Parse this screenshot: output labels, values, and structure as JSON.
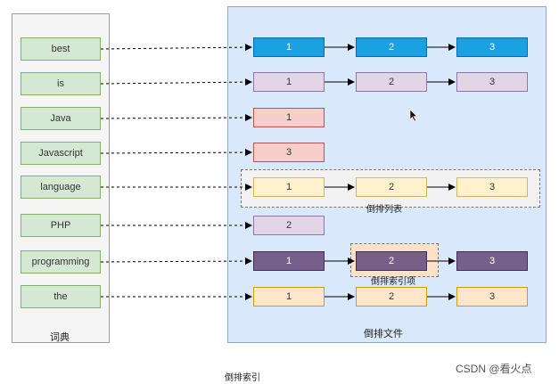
{
  "dictionary": {
    "label": "词典",
    "terms": [
      "best",
      "is",
      "Java",
      "Javascript",
      "language",
      "PHP",
      "programming",
      "the"
    ]
  },
  "inverted_file": {
    "label": "倒排文件",
    "lists": [
      [
        "1",
        "2",
        "3"
      ],
      [
        "1",
        "2",
        "3"
      ],
      [
        "1"
      ],
      [
        "3"
      ],
      [
        "1",
        "2",
        "3"
      ],
      [
        "2"
      ],
      [
        "1",
        "2",
        "3"
      ],
      [
        "1",
        "2",
        "3"
      ]
    ],
    "posting_list_label": "倒排列表",
    "posting_item_label": "倒排索引项"
  },
  "caption": "倒排索引",
  "watermark": "CSDN @看火点",
  "colors": {
    "blue_fill": "#1ba1e2",
    "blue_stroke": "#006eaf",
    "lavender_fill": "#e1d5e7",
    "lavender_stroke": "#9673a6",
    "pink_fill": "#f8cecc",
    "pink_stroke": "#b85450",
    "yellow_fill": "#fff2cc",
    "yellow_stroke": "#d6b656",
    "purple_fill": "#76608a",
    "purple_stroke": "#432d57",
    "orange_fill": "#ffe6cc",
    "orange_stroke": "#d79b00",
    "green_fill": "#d5e8d4",
    "green_stroke": "#82b366"
  }
}
